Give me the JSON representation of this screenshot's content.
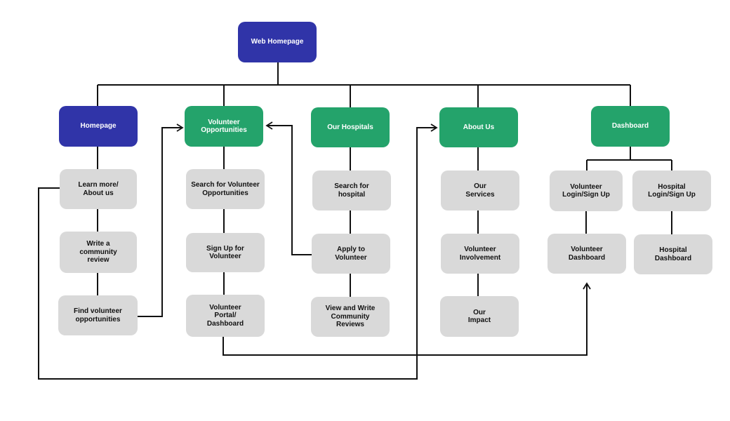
{
  "colors": {
    "root": "#3034a8",
    "homepage_header": "#3034a8",
    "section_header": "#24a36b",
    "page_box": "#d9d9d9",
    "connector": "#111111"
  },
  "root": {
    "label": "Web Homepage"
  },
  "sections": {
    "homepage": {
      "header": "Homepage",
      "items": [
        "Learn more/\nAbout us",
        "Write a\ncommunity\nreview",
        "Find volunteer\nopportunities"
      ]
    },
    "volunteer": {
      "header": "Volunteer\nOpportunities",
      "items": [
        "Search for Volunteer\nOpportunities",
        "Sign Up for\nVolunteer",
        "Volunteer\nPortal/\nDashboard"
      ]
    },
    "hospitals": {
      "header": "Our Hospitals",
      "items": [
        "Search for\nhospital",
        "Apply to\nVolunteer",
        "View and Write\nCommunity\nReviews"
      ]
    },
    "about": {
      "header": "About Us",
      "items": [
        "Our\nServices",
        "Volunteer\nInvolvement",
        "Our\nImpact"
      ]
    },
    "dashboard": {
      "header": "Dashboard",
      "items": [
        "Volunteer\nLogin/Sign Up",
        "Hospital\nLogin/Sign Up",
        "Volunteer\nDashboard",
        "Hospital\nDashboard"
      ]
    }
  }
}
